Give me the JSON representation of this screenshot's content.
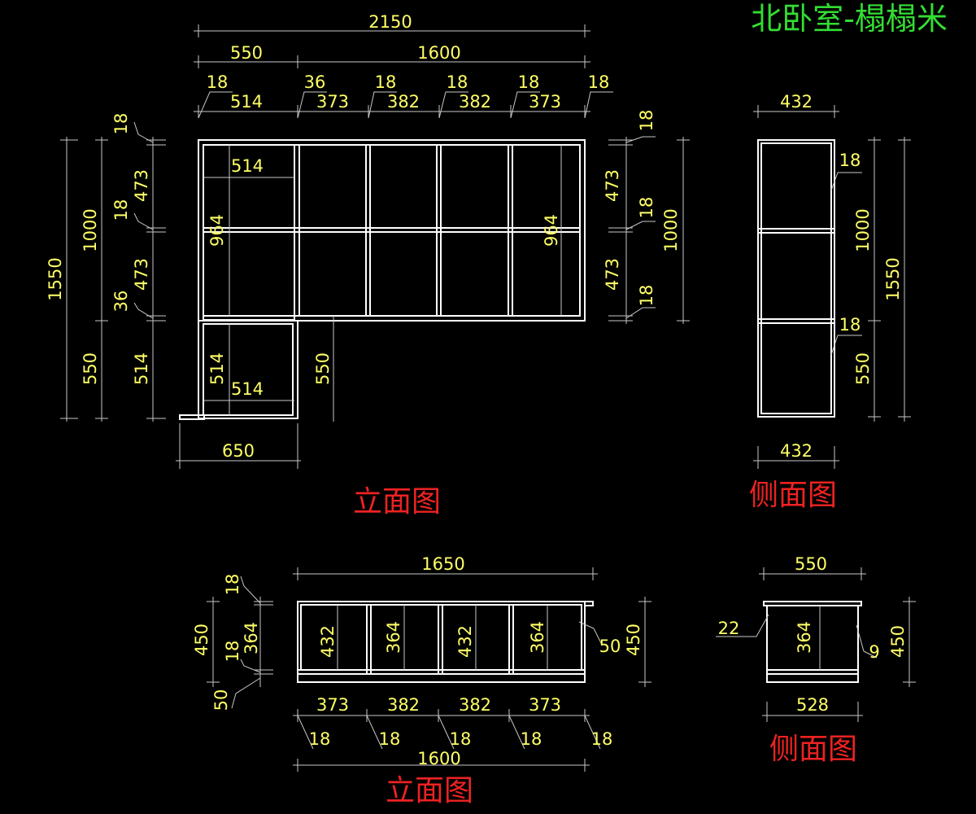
{
  "title": "北卧室-榻榻米",
  "captions": {
    "front_top": "立面图",
    "side_top": "侧面图",
    "front_bottom": "立面图",
    "side_bottom": "侧面图"
  },
  "colors": {
    "background": "#000000",
    "drawing_lines": "#ffffff",
    "dimension_lines": "#c8c8c8",
    "dimension_text": "#ffff66",
    "title_text": "#33dd33",
    "caption_text": "#ee2222"
  },
  "dims": {
    "d01": "2150",
    "d02": "550",
    "d03": "1600",
    "d04": "18",
    "d05": "36",
    "d06": "18",
    "d07": "18",
    "d08": "18",
    "d09": "18",
    "d10": "514",
    "d11": "373",
    "d12": "382",
    "d13": "382",
    "d14": "373",
    "d15": "18",
    "d16": "473",
    "d17": "18",
    "d18": "473",
    "d19": "36",
    "d20": "514",
    "d21": "1000",
    "d22": "550",
    "d23": "1550",
    "d24": "514",
    "d25": "964",
    "d26": "514",
    "d27": "514",
    "d28": "550",
    "d29": "964",
    "d30": "473",
    "d31": "473",
    "d32": "18",
    "d33": "18",
    "d34": "18",
    "d35": "1000",
    "d36": "650",
    "d37": "432",
    "d38": "18",
    "d39": "18",
    "d40": "1000",
    "d41": "550",
    "d42": "1550",
    "d43": "432",
    "d44": "1650",
    "d45": "18",
    "d46": "450",
    "d47": "364",
    "d48": "18",
    "d49": "50",
    "d50": "432",
    "d51": "364",
    "d52": "432",
    "d53": "364",
    "d54": "50",
    "d55": "450",
    "d56": "373",
    "d57": "382",
    "d58": "382",
    "d59": "373",
    "d60": "18",
    "d61": "18",
    "d62": "18",
    "d63": "18",
    "d64": "18",
    "d65": "1600",
    "d66": "550",
    "d67": "22",
    "d68": "364",
    "d69": "9",
    "d70": "450",
    "d71": "528"
  }
}
